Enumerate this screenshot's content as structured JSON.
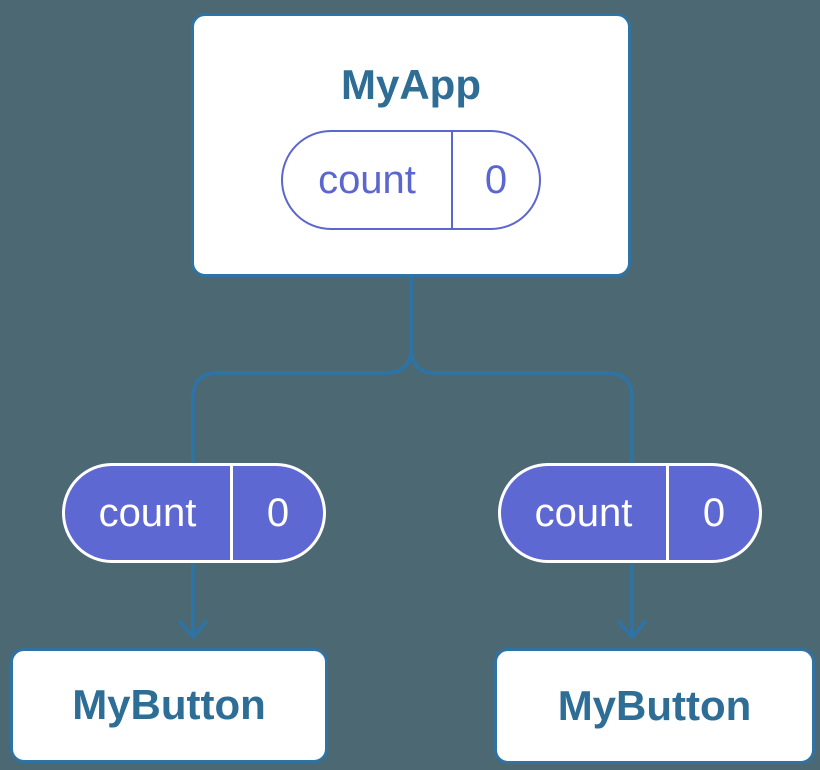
{
  "diagram": {
    "type": "component-tree",
    "nodes": {
      "app": {
        "title": "MyApp",
        "state": {
          "label": "count",
          "value": "0"
        }
      },
      "left_button": {
        "title": "MyButton",
        "prop": {
          "label": "count",
          "value": "0"
        }
      },
      "right_button": {
        "title": "MyButton",
        "prop": {
          "label": "count",
          "value": "0"
        }
      }
    },
    "edges": [
      {
        "from": "app",
        "to": "left_button"
      },
      {
        "from": "app",
        "to": "right_button"
      }
    ],
    "colors": {
      "background": "#4c6872",
      "node_fill": "#ffffff",
      "node_border_blue": "#2e73a3",
      "edge_blue": "#2e73a3",
      "title_text_blue": "#2d6d96",
      "state_pill_purple": "#5c66cf",
      "prop_pill_fill_purple": "#5e68d2",
      "prop_pill_text": "#ffffff"
    }
  }
}
